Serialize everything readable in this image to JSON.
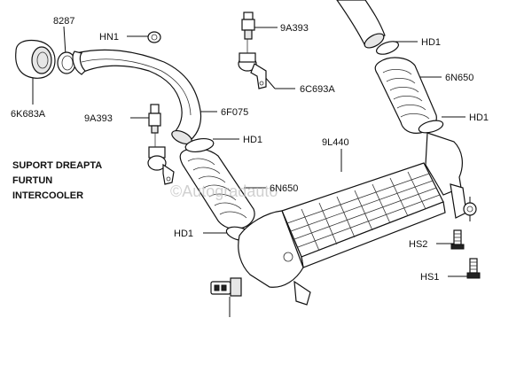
{
  "labels": {
    "l8287": "8287",
    "hn1": "HN1",
    "l9a393_top": "9A393",
    "l9a393_left": "9A393",
    "l6c693a": "6C693A",
    "l6k683a": "6K683A",
    "l6f075": "6F075",
    "hd1_upper": "HD1",
    "hd1_right": "HD1",
    "hd1_mid": "HD1",
    "hd1_left": "HD1",
    "l6n650_right": "6N650",
    "l6n650_left": "6N650",
    "l9l440": "9L440",
    "hs2": "HS2",
    "hs1": "HS1"
  },
  "note": {
    "line1": "SUPORT DREAPTA",
    "line2": "FURTUN",
    "line3": "INTERCOOLER"
  },
  "watermark": "©Autogradauto"
}
